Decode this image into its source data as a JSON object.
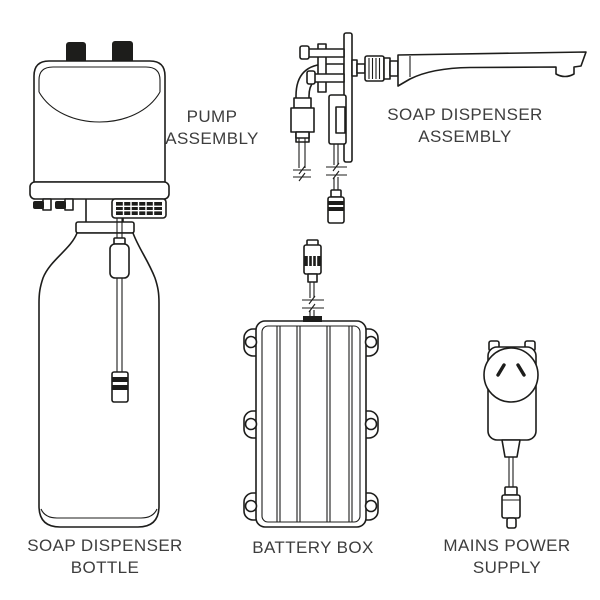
{
  "app": {
    "type": "exploded-parts-diagram",
    "subject": "soap dispenser kit",
    "background": "#ffffff"
  },
  "colors": {
    "line": "#1d1d1b",
    "solid_fill": "#1d1d1b",
    "label_text": "#3d3d3d"
  },
  "parts": {
    "pump_assembly": {
      "label_line1": "PUMP",
      "label_line2": "ASSEMBLY"
    },
    "soap_dispenser_assembly": {
      "label_line1": "SOAP DISPENSER",
      "label_line2": "ASSEMBLY"
    },
    "soap_dispenser_bottle": {
      "label_line1": "SOAP DISPENSER",
      "label_line2": "BOTTLE"
    },
    "battery_box": {
      "label_line1": "BATTERY BOX",
      "label_line2": ""
    },
    "mains_power_supply": {
      "label_line1": "MAINS POWER",
      "label_line2": "SUPPLY"
    }
  }
}
